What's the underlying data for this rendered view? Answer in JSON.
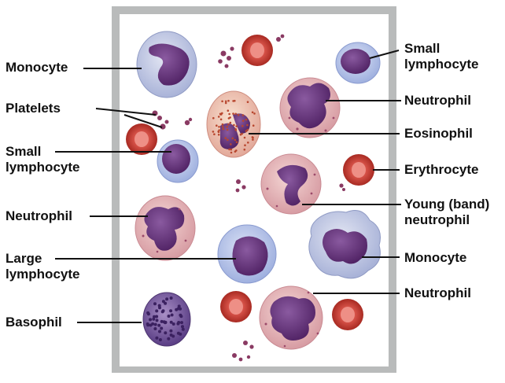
{
  "labels": {
    "left": [
      "Monocyte",
      "Platelets",
      "Small\nlymphocyte",
      "Neutrophil",
      "Large\nlymphocyte",
      "Basophil"
    ],
    "right": [
      "Small\nlymphocyte",
      "Neutrophil",
      "Eosinophil",
      "Erythrocyte",
      "Young (band)\nneutrophil",
      "Monocyte",
      "Neutrophil"
    ]
  },
  "colors": {
    "frame": "#b9bbbb",
    "panel": "#ffffff",
    "leader_line": "#111111",
    "erythrocyte": "#c2372e",
    "nucleus": "#5b2a6e",
    "monocyte_cytoplasm": "#c7cde6",
    "lymphocyte_cytoplasm": "#b9c6e8",
    "neutrophil_cytoplasm": "#e6b9bd",
    "eosinophil_cytoplasm": "#efc9b8",
    "basophil": "#6a4a8c",
    "platelet": "#8a3a63"
  }
}
